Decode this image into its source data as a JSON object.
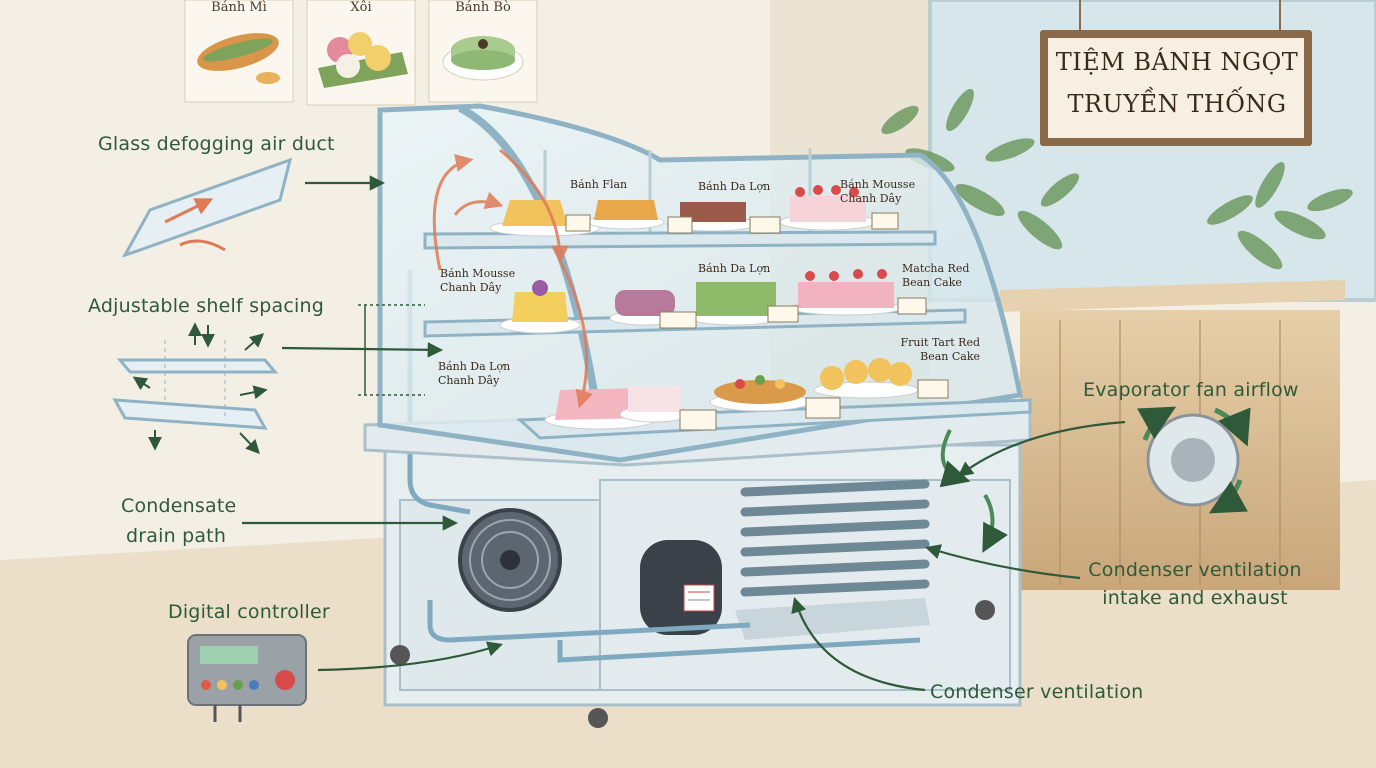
{
  "posters": [
    "Bánh Mì",
    "Xôi",
    "Bánh Bò"
  ],
  "shop_sign": {
    "line1": "TIỆM BÁNH NGỌT",
    "line2": "TRUYỀN THỐNG"
  },
  "callouts": {
    "glass_defogging": "Glass defogging air duct",
    "adjustable_shelf": "Adjustable shelf spacing",
    "condensate_line1": "Condensate",
    "condensate_line2": "drain path",
    "digital_controller": "Digital controller",
    "evaporator_fan": "Evaporator fan airflow",
    "condenser_intake_line1": "Condenser ventilation",
    "condenser_intake_line2": "intake and exhaust",
    "condenser_ventilation": "Condenser ventilation"
  },
  "display_items": {
    "top": [
      "Bánh Flan",
      "Bánh Da Lợn",
      "Bánh Mousse Chanh Dây"
    ],
    "middle": [
      "Bánh Mousse Chanh Dây",
      "Bánh Da Lợn",
      "Matcha Red Bean Cake"
    ],
    "bottom": [
      "Bánh Da Lợn Chanh Dây",
      "Fruit Tart Red Bean Cake"
    ]
  },
  "colors": {
    "label_green": "#2e5a3a",
    "frame_blue": "#8fb3c4",
    "counter_wood": "#c9a67a",
    "wall": "#f4efe4"
  }
}
